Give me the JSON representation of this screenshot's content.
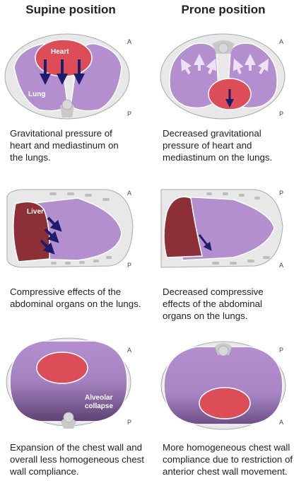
{
  "headers": {
    "supine": "Supine position",
    "prone": "Prone position"
  },
  "labels": {
    "heart": "Heart",
    "lung": "Lung",
    "liver": "Liver",
    "alveolar_collapse_1": "Alveolar",
    "alveolar_collapse_2": "collapse"
  },
  "orientation": {
    "anterior": "A",
    "posterior": "P"
  },
  "captions": {
    "row1_left": "Gravitational pressure of\nheart and mediastinum on\nthe lungs.",
    "row1_right": "Decreased gravitational\npressure of heart and\nmediastinum on the lungs.",
    "row2_left": "Compressive effects of the\nabdominal organs on the lungs.",
    "row2_right": "Decreased compressive\neffects of the abdominal\norgans on the lungs.",
    "row3_left": "Expansion of the chest wall and\noverall less homogeneous chest\nwall compliance.",
    "row3_right": "More homogeneous chest wall\ncompliance due to restriction of\nanterior chest wall movement."
  },
  "colors": {
    "lung": "#b38fcf",
    "heart": "#dc4d57",
    "liver": "#8d2f36",
    "body": "#e8e8e8",
    "bone": "#c9c9c9",
    "arrow_dark": "#1d1d6b",
    "arrow_light": "#ede2f4",
    "collapse": "#5e4273"
  }
}
